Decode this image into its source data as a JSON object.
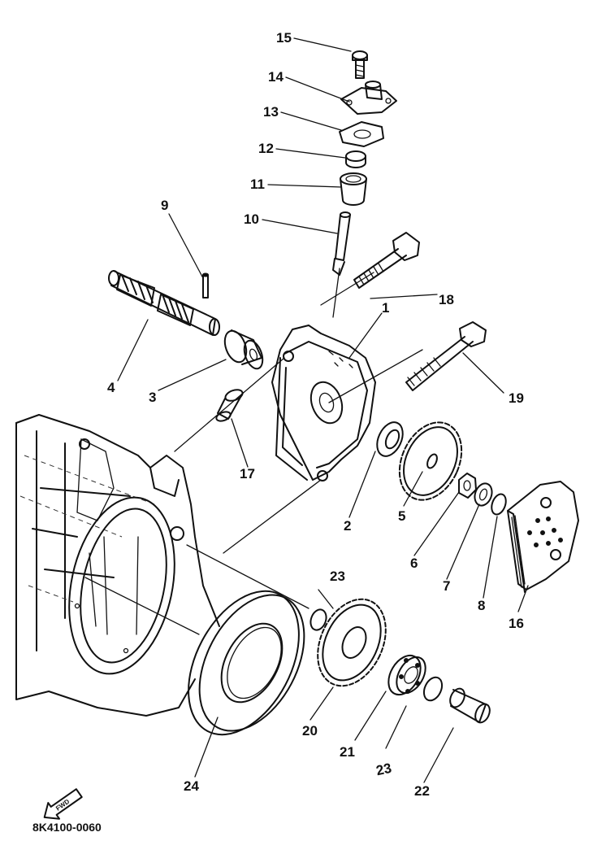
{
  "parts": [
    {
      "id": "1",
      "label": "1",
      "icon": "pump-housing-icon"
    },
    {
      "id": "2",
      "label": "2",
      "icon": "washer-icon"
    },
    {
      "id": "3",
      "label": "3",
      "icon": "bushing-icon"
    },
    {
      "id": "4",
      "label": "4",
      "icon": "worm-shaft-icon"
    },
    {
      "id": "5",
      "label": "5",
      "icon": "sprocket-icon"
    },
    {
      "id": "6",
      "label": "6",
      "icon": "nut-icon"
    },
    {
      "id": "7",
      "label": "7",
      "icon": "washer-icon"
    },
    {
      "id": "8",
      "label": "8",
      "icon": "lock-washer-icon"
    },
    {
      "id": "9",
      "label": "9",
      "icon": "pin-icon"
    },
    {
      "id": "10",
      "label": "10",
      "icon": "shaft-icon"
    },
    {
      "id": "11",
      "label": "11",
      "icon": "sleeve-icon"
    },
    {
      "id": "12",
      "label": "12",
      "icon": "oil-seal-icon"
    },
    {
      "id": "13",
      "label": "13",
      "icon": "gasket-icon"
    },
    {
      "id": "14",
      "label": "14",
      "icon": "flange-cover-icon"
    },
    {
      "id": "15",
      "label": "15",
      "icon": "screw-icon"
    },
    {
      "id": "16",
      "label": "16",
      "icon": "cover-plate-icon"
    },
    {
      "id": "17",
      "label": "17",
      "icon": "dowel-pin-icon"
    },
    {
      "id": "18",
      "label": "18",
      "icon": "bolt-icon"
    },
    {
      "id": "19",
      "label": "19",
      "icon": "bolt-icon"
    },
    {
      "id": "20",
      "label": "20",
      "icon": "gear-icon"
    },
    {
      "id": "21",
      "label": "21",
      "icon": "bearing-icon"
    },
    {
      "id": "22",
      "label": "22",
      "icon": "collar-icon"
    },
    {
      "id": "23a",
      "label": "23",
      "icon": "circlip-icon"
    },
    {
      "id": "23b",
      "label": "23",
      "icon": "circlip-icon"
    },
    {
      "id": "24",
      "label": "24",
      "icon": "oil-seal-icon"
    }
  ],
  "fwd_marker": {
    "label": "FWD",
    "icon": "forward-arrow-icon"
  },
  "drawing_code": "8K4100-0060",
  "ink_color": "#111111"
}
